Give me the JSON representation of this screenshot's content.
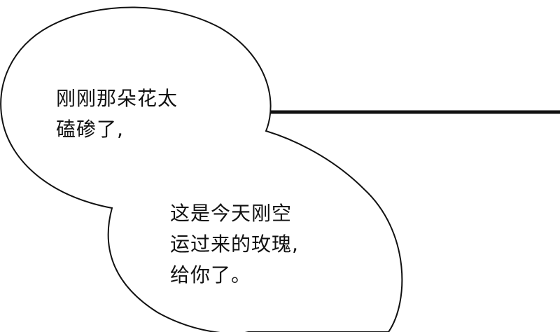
{
  "panel": {
    "background": "#ffffff",
    "outline_color": "#111111"
  },
  "bubble_1": {
    "lines": [
      "刚刚那朵花太",
      "磕碜了,"
    ]
  },
  "bubble_2": {
    "lines": [
      "这是今天刚空",
      "运过来的玫瑰,",
      "给你了。"
    ]
  }
}
